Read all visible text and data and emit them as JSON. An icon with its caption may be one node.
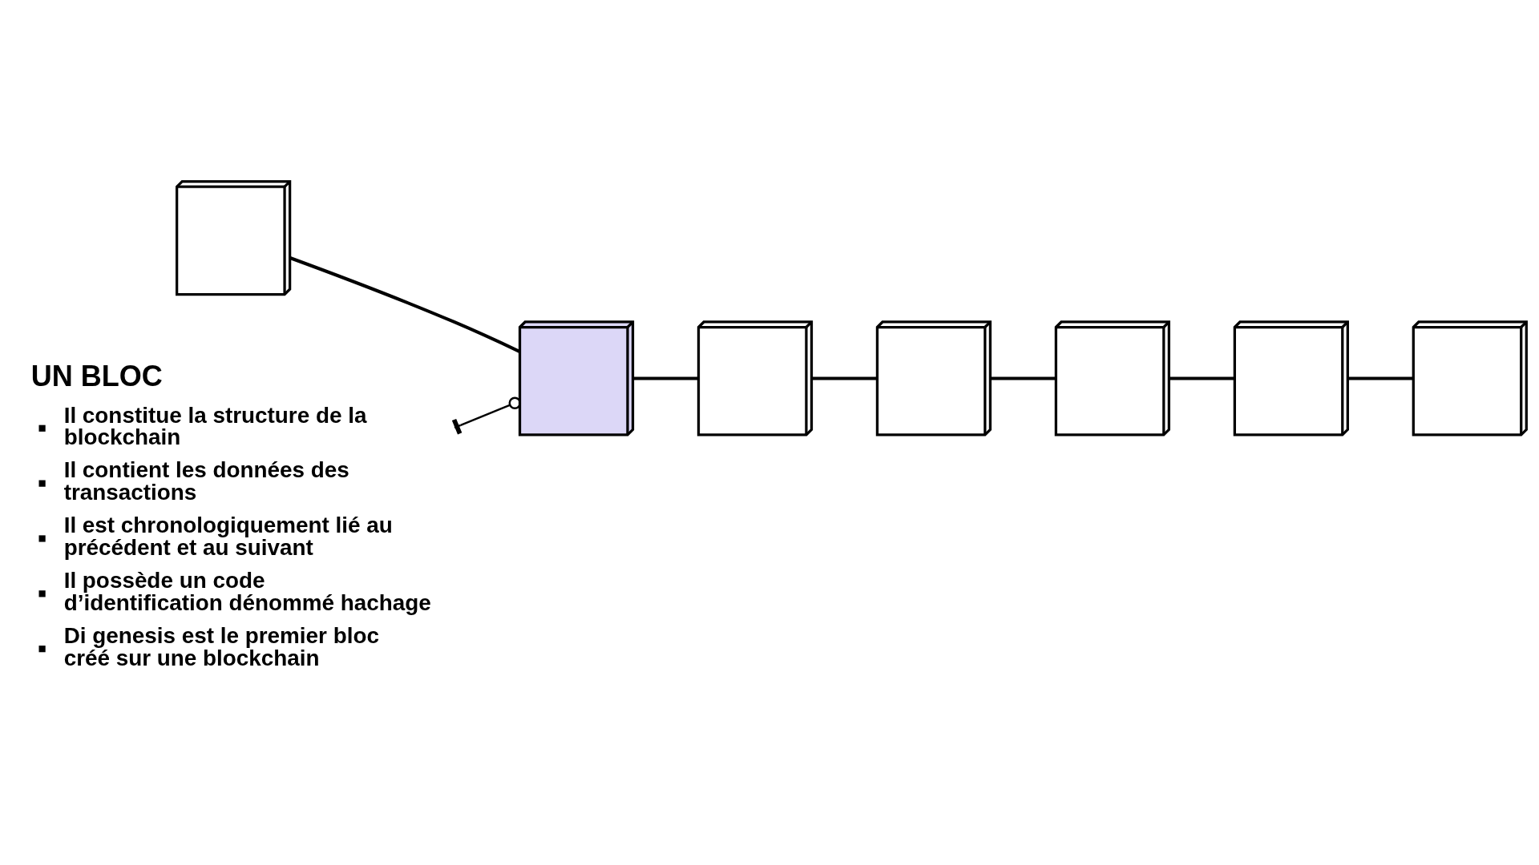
{
  "diagram": {
    "nodes": [
      {
        "text": [],
        "shape": "cube"
      },
      {
        "text": [],
        "shape": "cube"
      },
      {
        "text": [],
        "shape": "cube"
      },
      {
        "text": [],
        "shape": "cube"
      },
      {
        "text": [],
        "shape": "cube"
      },
      {
        "text": [],
        "shape": "cube"
      },
      {
        "text": [],
        "shape": "cube"
      },
      {
        "text": [
          "UN BLOC",
          "Il constitue la structure de la blockchain",
          "Il contient les données des transactions",
          "Il est chronologiquement lié au précédent et au suivant",
          "Il possède un code d’identification dénommé hachage",
          "Di genesis est le premier bloc créé sur une blockchain"
        ]
      }
    ],
    "edges": [
      {
        "from": 1,
        "to": 0,
        "arrow": "none"
      },
      {
        "from": 0,
        "to": 2,
        "arrow": "none"
      },
      {
        "from": 2,
        "to": 5,
        "arrow": "none"
      },
      {
        "from": 5,
        "to": 6,
        "arrow": "none"
      },
      {
        "from": 6,
        "to": 4,
        "arrow": "none"
      },
      {
        "from": 4,
        "to": 3,
        "arrow": "none"
      },
      {
        "from": 7,
        "to": 0,
        "arrow": "other"
      }
    ]
  }
}
